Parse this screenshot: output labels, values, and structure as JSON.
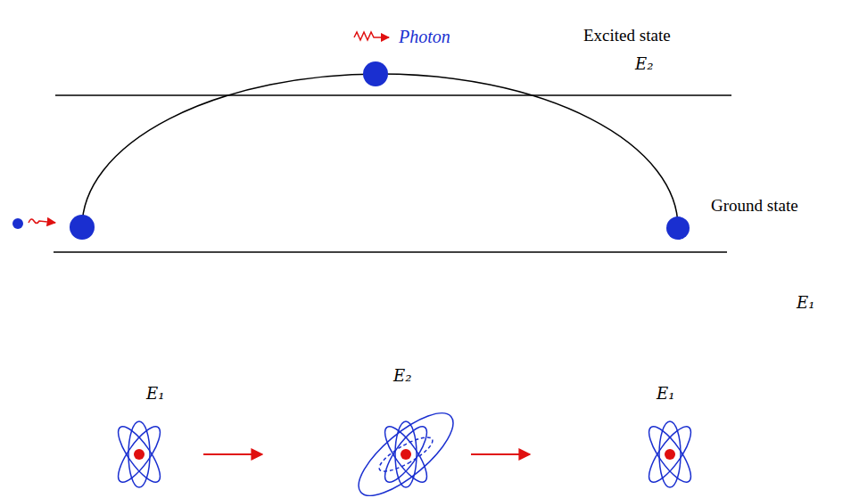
{
  "diagram": {
    "labels": [
      "Photon",
      "Excited state",
      "E₂",
      "Ground state",
      "E₁",
      "E₁",
      "E₂",
      "E₁"
    ]
  }
}
